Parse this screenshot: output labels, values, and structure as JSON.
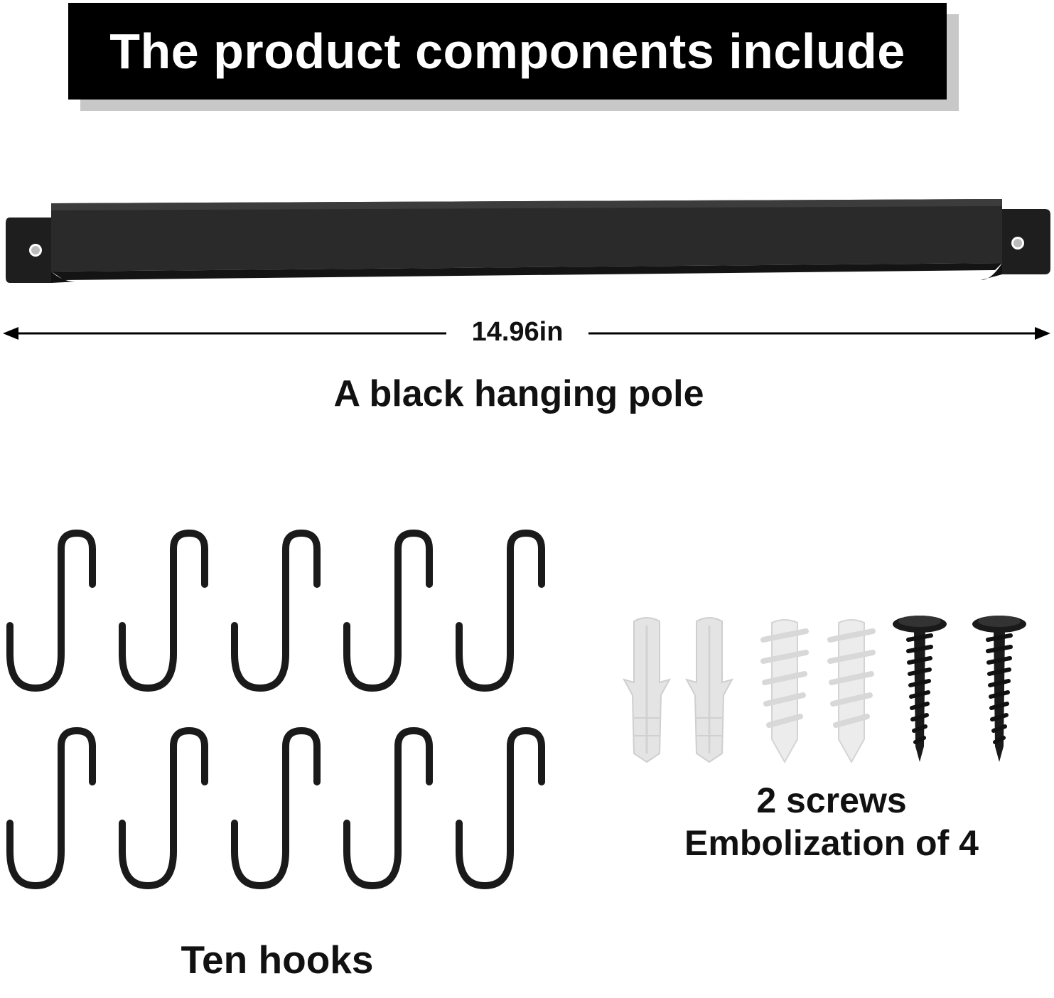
{
  "banner": {
    "title": "The product components include"
  },
  "pole": {
    "dimension": "14.96in",
    "caption": "A black hanging pole"
  },
  "hooks": {
    "caption": "Ten hooks",
    "count": 10
  },
  "hardware": {
    "caption_line1": "2 screws",
    "caption_line2": "Embolization of 4",
    "screw_count": 2,
    "anchor_count": 4
  },
  "colors": {
    "banner_bg": "#000000",
    "banner_text": "#ffffff",
    "metal": "#1c1c1c",
    "plastic": "#e6e6e6"
  }
}
